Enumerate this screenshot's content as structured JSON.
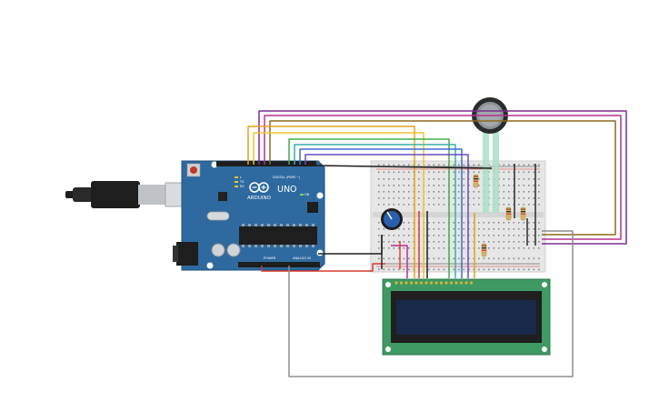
{
  "arduino": {
    "board_name": "UNO",
    "brand": "ARDUINO",
    "digital_label": "DIGITAL (PWM ~)",
    "analog_label": "ANALOG IN",
    "power_label": "POWER",
    "tx_label": "TX",
    "rx_label": "RX",
    "on_label": "ON",
    "l_label": "L"
  },
  "wire_colors": {
    "purple": "#7a2d8f",
    "magenta": "#b5308e",
    "brown": "#8a6a1e",
    "orange": "#e0a21b",
    "yellow": "#f0c22b",
    "green": "#3faf49",
    "teal": "#34b3a6",
    "blue": "#3a6fd1",
    "violet": "#6a4bc4",
    "red": "#d63a2f",
    "black": "#1e1e1e",
    "grey": "#8e8e8e"
  },
  "board_color": "#2e6aa0",
  "lcd_pcb_color": "#3e9a62",
  "lcd_screen_color": "#1a2a4a"
}
